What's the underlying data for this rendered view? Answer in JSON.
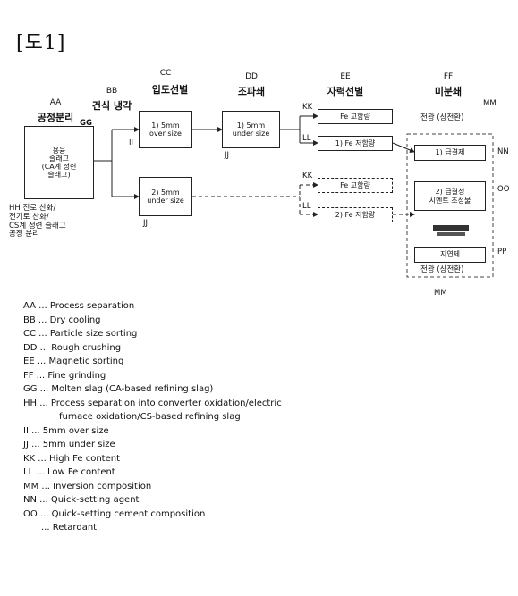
{
  "figure_title": "[도1]",
  "stages": {
    "aa": {
      "code": "AA",
      "label": "공정분리"
    },
    "bb": {
      "code": "BB",
      "label": "건식 냉각"
    },
    "cc": {
      "code": "CC",
      "label": "입도선별"
    },
    "dd": {
      "code": "DD",
      "label": "조파쇄"
    },
    "ee": {
      "code": "EE",
      "label": "자력선별"
    },
    "ff": {
      "code": "FF",
      "label": "미분쇄"
    }
  },
  "boxes": {
    "molten": "용융\n슬래그\n(CA계 정련\n슬래그)",
    "over": "1) 5mm\nover size",
    "under": "2) 5mm\nunder size",
    "crushed": "1) 5mm\nunder size",
    "fe_high_1": "Fe 고함량",
    "fe_low_1": "1) Fe 저함량",
    "fe_high_2": "Fe 고함량",
    "fe_low_2": "2) Fe 저함량",
    "ff_1": "1) 급결제",
    "ff_2": "2) 급결성\n시멘트 조성물",
    "ff_3": "지연제"
  },
  "labels": {
    "gg": "GG",
    "hh": "HH 전로 산화/\n전기로 산화/\nCS계 정련 슬래그\n공정 분리",
    "ii": "II",
    "jj_1": "JJ",
    "jj_2": "JJ",
    "kk_1": "KK",
    "ll_1": "LL",
    "kk_2": "KK",
    "ll_2": "LL",
    "mm_top_code": "MM",
    "mm_top": "전광 (상전환)",
    "mm_bottom": "전광 (상전환)",
    "mm_bottom_code": "MM",
    "nn": "NN",
    "oo": "OO",
    "pp": "PP"
  },
  "legend": [
    "AA ... Process separation",
    "BB ... Dry cooling",
    "CC ... Particle size sorting",
    "DD ... Rough crushing",
    "EE ... Magnetic sorting",
    "FF ... Fine grinding",
    "GG ... Molten slag (CA-based refining slag)",
    "HH ... Process separation into converter oxidation/electric",
    "furnace oxidation/CS-based refining slag",
    "II ... 5mm over size",
    "JJ ... 5mm under size",
    "KK ... High Fe content",
    "LL ... Low Fe content",
    "MM ... Inversion composition",
    "NN ... Quick-setting agent",
    "OO ... Quick-setting cement composition",
    "... Retardant"
  ]
}
